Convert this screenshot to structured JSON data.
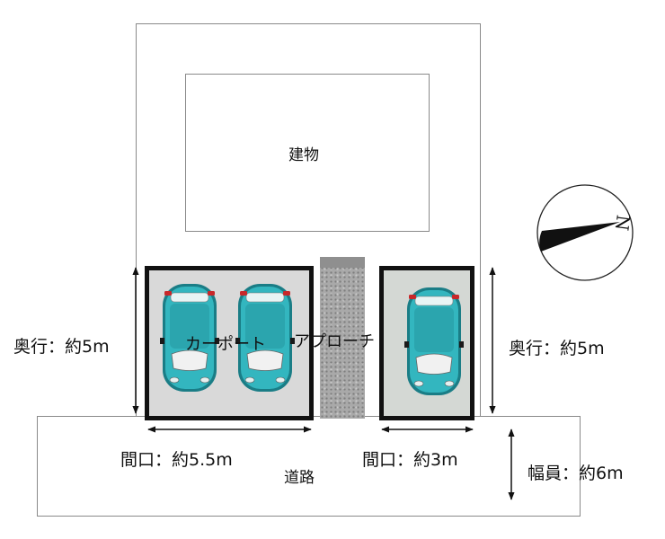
{
  "building_label": "建物",
  "carport_label": "カーポート",
  "approach_label": "アプローチ",
  "road_label": "道路",
  "left_depth": "奥行：約5m",
  "right_depth": "奥行：約5m",
  "left_frontage": "間口：約5.5m",
  "right_frontage": "間口：約3m",
  "road_width": "幅員：約6m",
  "compass_letter": "N",
  "colors": {
    "car_body": "#33b6bf",
    "car_dark": "#1a7d86",
    "bay_left": "#d9d9d9",
    "bay_right": "#d4d8d4",
    "frame": "#111111"
  }
}
